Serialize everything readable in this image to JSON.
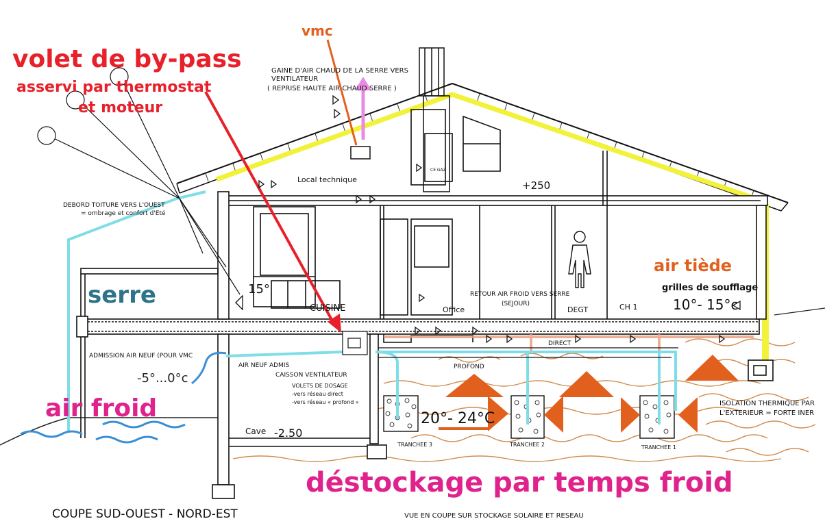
{
  "annotations": {
    "bypass_title": "volet de by-pass",
    "bypass_sub1": "asservi par thermostat",
    "bypass_sub2": "et moteur",
    "vmc": "vmc",
    "serre": "serre",
    "air_froid": "air froid",
    "air_tiede": "air tiède",
    "grilles": "grilles de soufflage",
    "temp_room": "10°- 15°c",
    "temp_store": "20°- 24°C",
    "destockage": "déstockage par temps froid"
  },
  "labels": {
    "gaine1": "GAINE D'AIR CHAUD DE LA SERRE VERS",
    "gaine2": "VENTILATEUR",
    "gaine3": "( REPRISE HAUTE AIR CHAUD SERRE )",
    "local_technique": "Local technique",
    "level_250": "+250",
    "debord1": "DEBORD TOITURE VERS L'OUEST",
    "debord2": "= ombrage  et confort d'Eté",
    "temp_15": "15°",
    "cuisine": "CUISINE",
    "office": "Office",
    "retour1": "RETOUR AIR FROID VERS SERRE",
    "retour2": "(SEJOUR)",
    "degt": "DEGT",
    "ch1": "CH  1",
    "admission": "ADMISSION  AIR NEUF  (POUR VMC",
    "temp_outside": "-5°...0°c",
    "air_neuf": "AIR NEUF ADMIS",
    "caisson": "CAISSON  VENTILATEUR",
    "volets1": "VOLETS DE DOSAGE",
    "volets2": "-vers réseau direct",
    "volets3": "-vers réseau « profond »",
    "profond": "PROFOND",
    "direct": "DIRECT",
    "cave": "Cave",
    "level_cave": "-2.50",
    "tranchee3": "TRANCHEE 3",
    "tranchee2": "TRANCHEE 2",
    "tranchee1": "TRANCHEE  1",
    "isolation1": "ISOLATION THERMIQUE PAR",
    "isolation2": "L'EXTERIEUR  = FORTE INER",
    "coupe": "COUPE  SUD-OUEST -  NORD-EST",
    "vue": "VUE EN COUPE SUR STOCKAGE SOLAIRE  ET RESEAU",
    "ce_gaz": "CE GAZ"
  },
  "colors": {
    "red": "#e8202a",
    "orange": "#e2601e",
    "magenta": "#e0238c",
    "teal": "#2d7488",
    "cyan": "#7fdde6",
    "yellow": "#f2f23a",
    "pink": "#e98be6",
    "soil": "#c9782c"
  }
}
